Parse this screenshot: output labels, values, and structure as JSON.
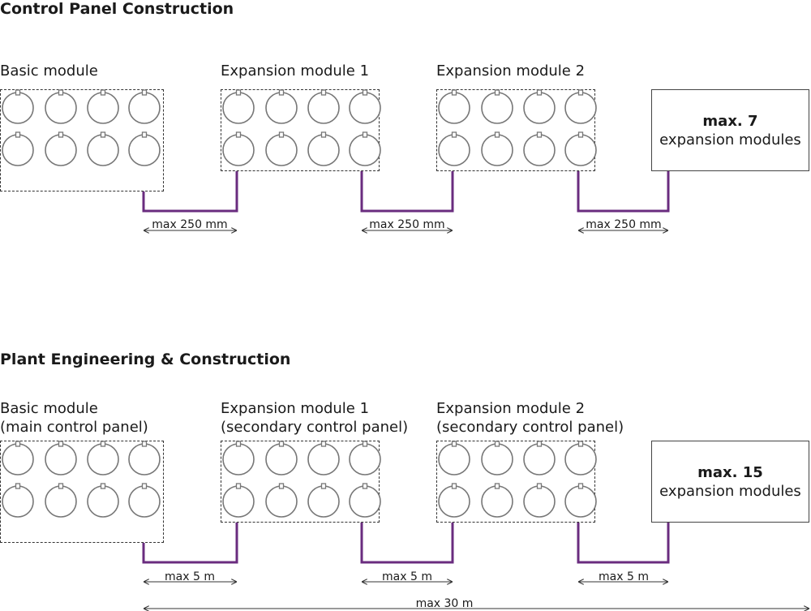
{
  "sections": [
    {
      "title": "Control Panel Construction",
      "modules": [
        {
          "lines": [
            "Basic module"
          ]
        },
        {
          "lines": [
            "Expansion module 1"
          ]
        },
        {
          "lines": [
            "Expansion module 2"
          ]
        }
      ],
      "maxbox": {
        "strong": "max. 7",
        "text": "expansion modules"
      },
      "distances": [
        "max 250 mm",
        "max 250 mm",
        "max 250 mm"
      ]
    },
    {
      "title": "Plant Engineering & Construction",
      "modules": [
        {
          "lines": [
            "Basic module",
            "(main control panel)"
          ]
        },
        {
          "lines": [
            "Expansion module 1",
            "(secondary control panel)"
          ]
        },
        {
          "lines": [
            "Expansion module 2",
            "(secondary control panel)"
          ]
        }
      ],
      "maxbox": {
        "strong": "max. 15",
        "text": "expansion modules"
      },
      "distances": [
        "max 5 m",
        "max 5 m",
        "max 5 m"
      ],
      "total_distance": "max 30 m"
    }
  ],
  "colors": {
    "cable": "#6a2c7f",
    "outline": "#777777"
  }
}
